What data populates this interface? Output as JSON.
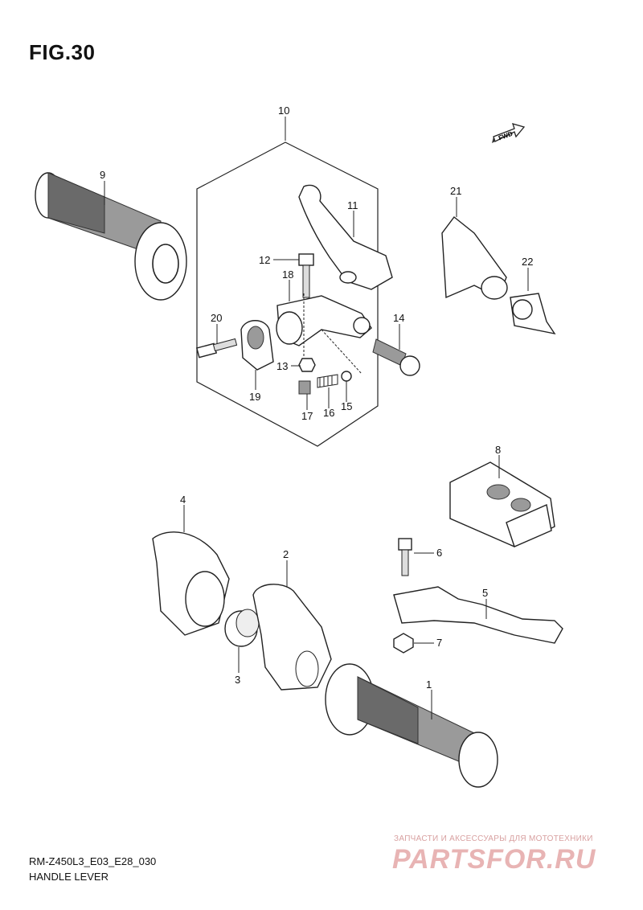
{
  "figure": {
    "title": "FIG.30"
  },
  "direction_marker": {
    "label": "FWD"
  },
  "callouts": [
    "1",
    "2",
    "3",
    "4",
    "5",
    "6",
    "7",
    "8",
    "9",
    "10",
    "11",
    "12",
    "13",
    "14",
    "15",
    "16",
    "17",
    "18",
    "19",
    "20",
    "21",
    "22"
  ],
  "footer": {
    "model_code": "RM-Z450L3_E03_E28_030",
    "section_name": "HANDLE LEVER"
  },
  "watermark": {
    "tagline": "ЗАПЧАСТИ И АКСЕССУАРЫ ДЛЯ МОТОТЕХНИКИ",
    "brand": "PARTSFOR.RU"
  }
}
